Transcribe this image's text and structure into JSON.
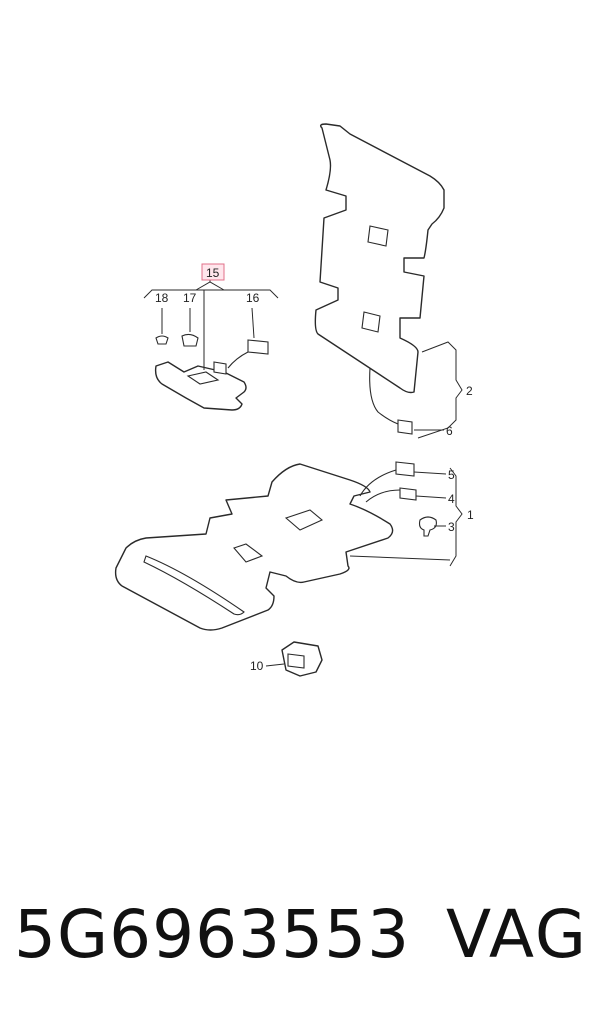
{
  "diagram": {
    "highlight_color": "#e0708a",
    "callouts": {
      "c1": "1",
      "c2": "2",
      "c3": "3",
      "c4": "4",
      "c5": "5",
      "c6": "6",
      "c10": "10",
      "c15": "15",
      "c16": "16",
      "c17": "17",
      "c18": "18"
    },
    "highlighted_callout": "15"
  },
  "footer": {
    "part_number": "5G6963553",
    "brand": "VAG"
  }
}
